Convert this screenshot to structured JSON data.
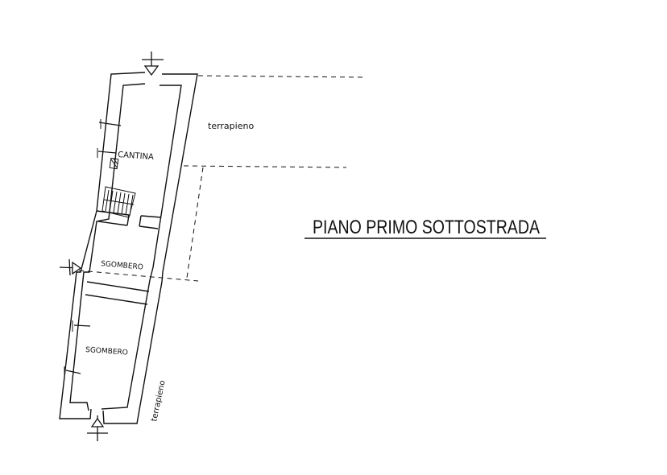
{
  "title": "PIANO PRIMO SOTTOSTRADA",
  "rooms": {
    "cantina": "CANTINA",
    "sgombero_upper": "SGOMBERO",
    "sgombero_lower": "SGOMBERO"
  },
  "annotations": {
    "terrapieno_top": "terrapieno",
    "terrapieno_side": "terrapieno"
  },
  "colors": {
    "ink": "#111111",
    "paper": "#ffffff"
  }
}
